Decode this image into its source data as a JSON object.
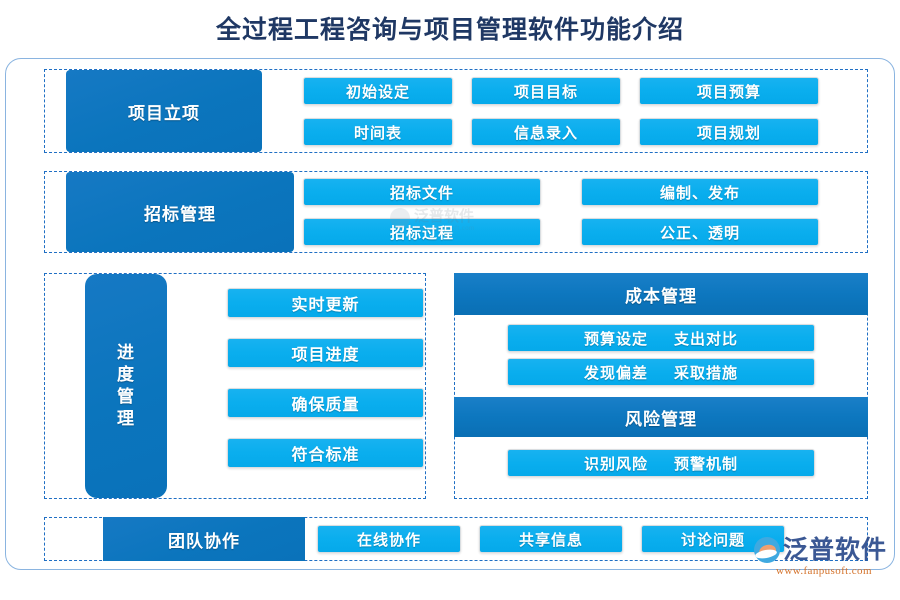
{
  "page_title": "全过程工程咨询与项目管理软件功能介绍",
  "colors": {
    "title": "#1f3864",
    "category_blue": "#0b75bd",
    "pill_blue": "#0aaeee",
    "frame_border": "#8ab4e0",
    "section_dashed": "#1f6fc4",
    "logo_text": "#2b4a8b",
    "logo_url": "#d4722a"
  },
  "sections": {
    "initiation": {
      "category": "项目立项",
      "pills": [
        "初始设定",
        "项目目标",
        "项目预算",
        "时间表",
        "信息录入",
        "项目规划"
      ]
    },
    "bidding": {
      "category": "招标管理",
      "pills": [
        "招标文件",
        "编制、发布",
        "招标过程",
        "公正、透明"
      ]
    },
    "schedule": {
      "category": "进度管理",
      "category_chars": [
        "进",
        "度",
        "管",
        "理"
      ],
      "pills": [
        "实时更新",
        "项目进度",
        "确保质量",
        "符合标准"
      ]
    },
    "cost": {
      "header": "成本管理",
      "pills": [
        {
          "left": "预算设定",
          "right": "支出对比"
        },
        {
          "left": "发现偏差",
          "right": "采取措施"
        }
      ]
    },
    "risk": {
      "header": "风险管理",
      "pills": [
        {
          "left": "识别风险",
          "right": "预警机制"
        }
      ]
    },
    "teamwork": {
      "category": "团队协作",
      "pills": [
        "在线协作",
        "共享信息",
        "讨论问题"
      ]
    }
  },
  "logo": {
    "name": "泛普软件",
    "url": "www.fanpusoft.com"
  },
  "watermark": {
    "name": "泛普软件",
    "url": "www.fanpusoft.com"
  }
}
